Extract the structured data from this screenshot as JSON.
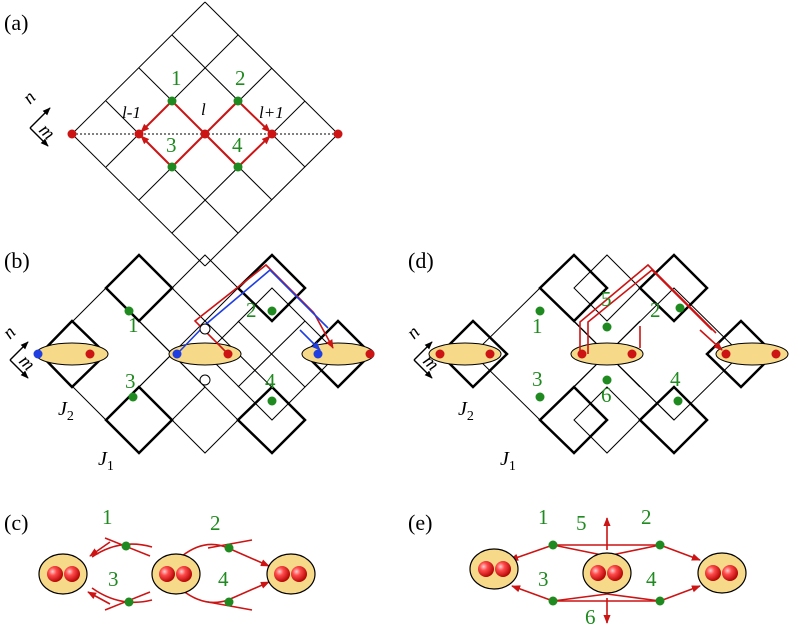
{
  "panels": {
    "a": "(a)",
    "b": "(b)",
    "c": "(c)",
    "d": "(d)",
    "e": "(e)"
  },
  "panel_a": {
    "axis_n": "n",
    "axis_m": "m",
    "site_left": "l-1",
    "site_center": "l",
    "site_right": "l+1",
    "numbers": [
      "1",
      "2",
      "3",
      "4"
    ]
  },
  "panel_b": {
    "axis_n": "n",
    "axis_m": "m",
    "numbers": [
      "1",
      "2",
      "3",
      "4"
    ],
    "j2": "J",
    "j2_sub": "2",
    "j1": "J",
    "j1_sub": "1"
  },
  "panel_d": {
    "axis_n": "n",
    "axis_m": "m",
    "numbers": [
      "1",
      "2",
      "3",
      "4",
      "5",
      "6"
    ],
    "j2": "J",
    "j2_sub": "2",
    "j1": "J",
    "j1_sub": "1"
  },
  "panel_c": {
    "numbers": [
      "1",
      "2",
      "3",
      "4"
    ]
  },
  "panel_e": {
    "numbers": [
      "1",
      "5",
      "2",
      "3",
      "4",
      "6"
    ]
  },
  "colors": {
    "red": "#cc1414",
    "green": "#1f8a1f",
    "blue": "#1f3fe0",
    "yellow": "#f7d98a",
    "black": "#000000"
  }
}
